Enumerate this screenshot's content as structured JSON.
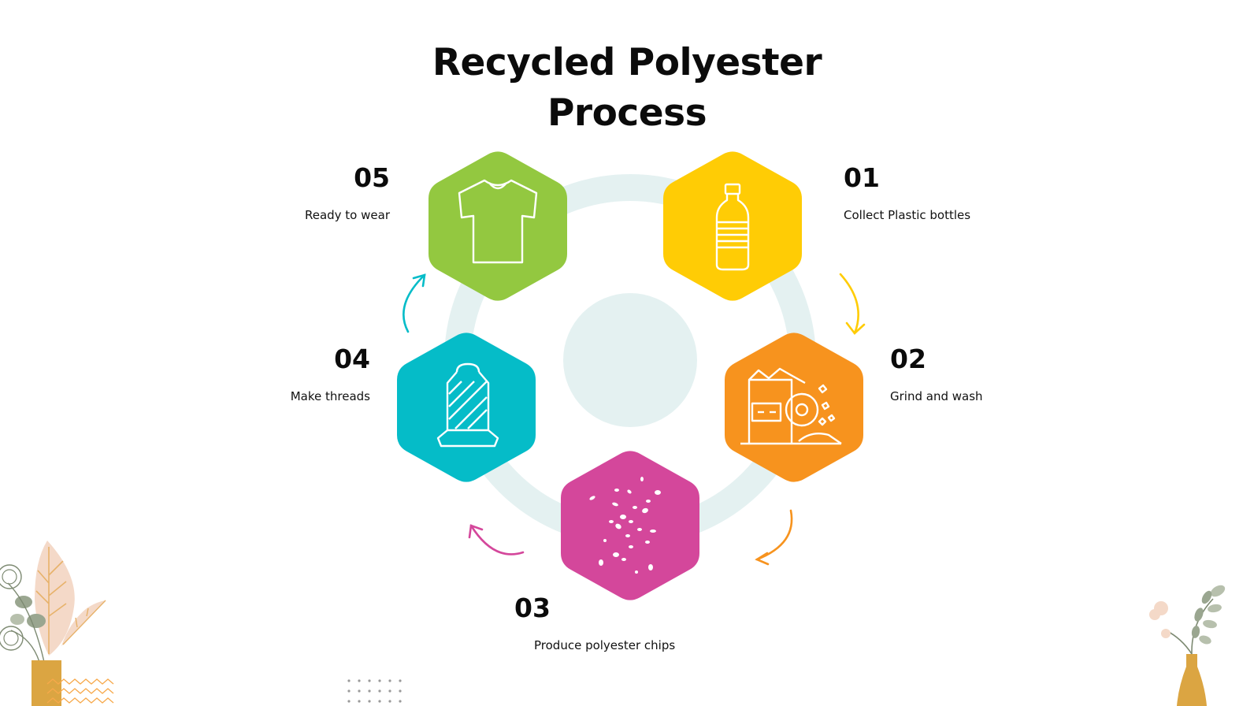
{
  "title": {
    "line1": "Recycled Polyester",
    "line2": "Process"
  },
  "steps": [
    {
      "number": "01",
      "label": "Collect Plastic bottles",
      "color": "#ffcc05",
      "icon": "bottle-icon"
    },
    {
      "number": "02",
      "label": "Grind and wash",
      "color": "#f7931e",
      "icon": "grinder-icon"
    },
    {
      "number": "03",
      "label": "Produce polyester chips",
      "color": "#d4479b",
      "icon": "chips-icon"
    },
    {
      "number": "04",
      "label": "Make threads",
      "color": "#05bcc8",
      "icon": "thread-spool-icon"
    },
    {
      "number": "05",
      "label": "Ready to wear",
      "color": "#93c840",
      "icon": "tshirt-icon"
    }
  ],
  "colors": {
    "ring": "#e4f1f1",
    "text": "#0b0b0b",
    "vase": "#dba542",
    "leaf_pink": "#f4d9c8",
    "leaf_sage": "#9aa690"
  }
}
